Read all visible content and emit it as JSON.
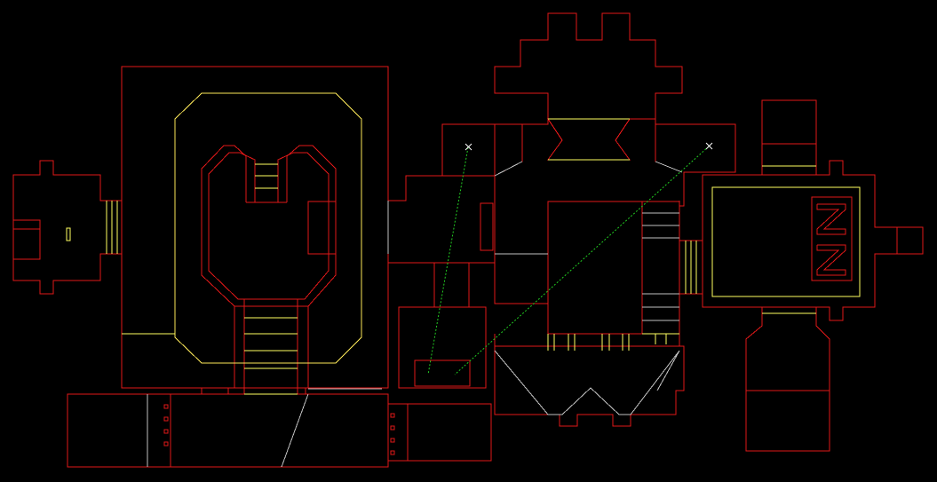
{
  "view": "automap",
  "colors": {
    "background": "#000000",
    "wall": "#e01818",
    "step": "#ffff60",
    "floor": "#c0c0c0",
    "teleport_line": "#22cc22",
    "marker": "#ffffff"
  },
  "markers": [
    {
      "name": "map-marker-1"
    },
    {
      "name": "map-marker-2"
    }
  ]
}
